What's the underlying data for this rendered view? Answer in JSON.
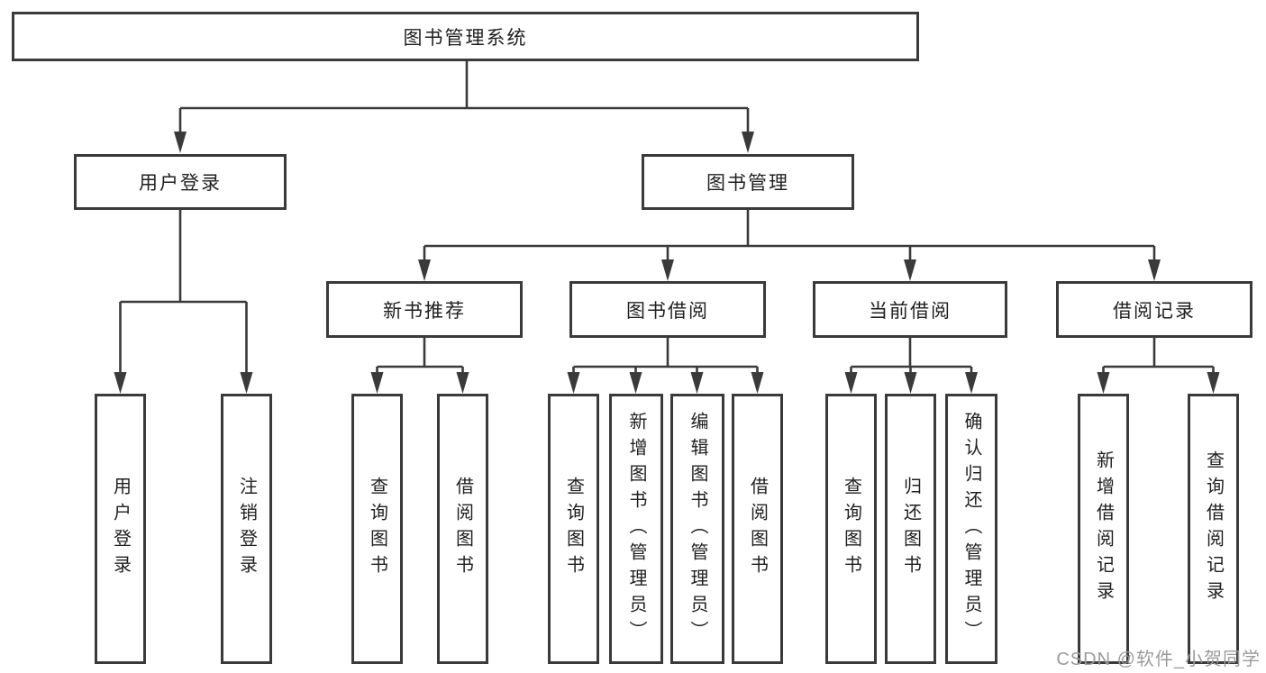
{
  "tree": {
    "root": {
      "label": "图书管理系统"
    },
    "branches": [
      {
        "label": "用户登录",
        "leaves": [
          {
            "label": "用户登录"
          },
          {
            "label": "注销登录"
          }
        ]
      },
      {
        "label": "图书管理",
        "sections": [
          {
            "label": "新书推荐",
            "leaves": [
              {
                "label": "查询图书"
              },
              {
                "label": "借阅图书"
              }
            ]
          },
          {
            "label": "图书借阅",
            "leaves": [
              {
                "label": "查询图书"
              },
              {
                "label": "新增图书（管理员）"
              },
              {
                "label": "编辑图书（管理员）"
              },
              {
                "label": "借阅图书"
              }
            ]
          },
          {
            "label": "当前借阅",
            "leaves": [
              {
                "label": "查询图书"
              },
              {
                "label": "归还图书"
              },
              {
                "label": "确认归还（管理员）"
              }
            ]
          },
          {
            "label": "借阅记录",
            "leaves": [
              {
                "label": "新增借阅记录"
              },
              {
                "label": "查询借阅记录"
              }
            ]
          }
        ]
      }
    ]
  },
  "watermark": {
    "text": "CSDN @软件_小贺同学"
  },
  "colors": {
    "line": "#3a3a3a",
    "text": "#1f1f1f",
    "background": "#ffffff",
    "watermark": "#9b9b9b"
  }
}
